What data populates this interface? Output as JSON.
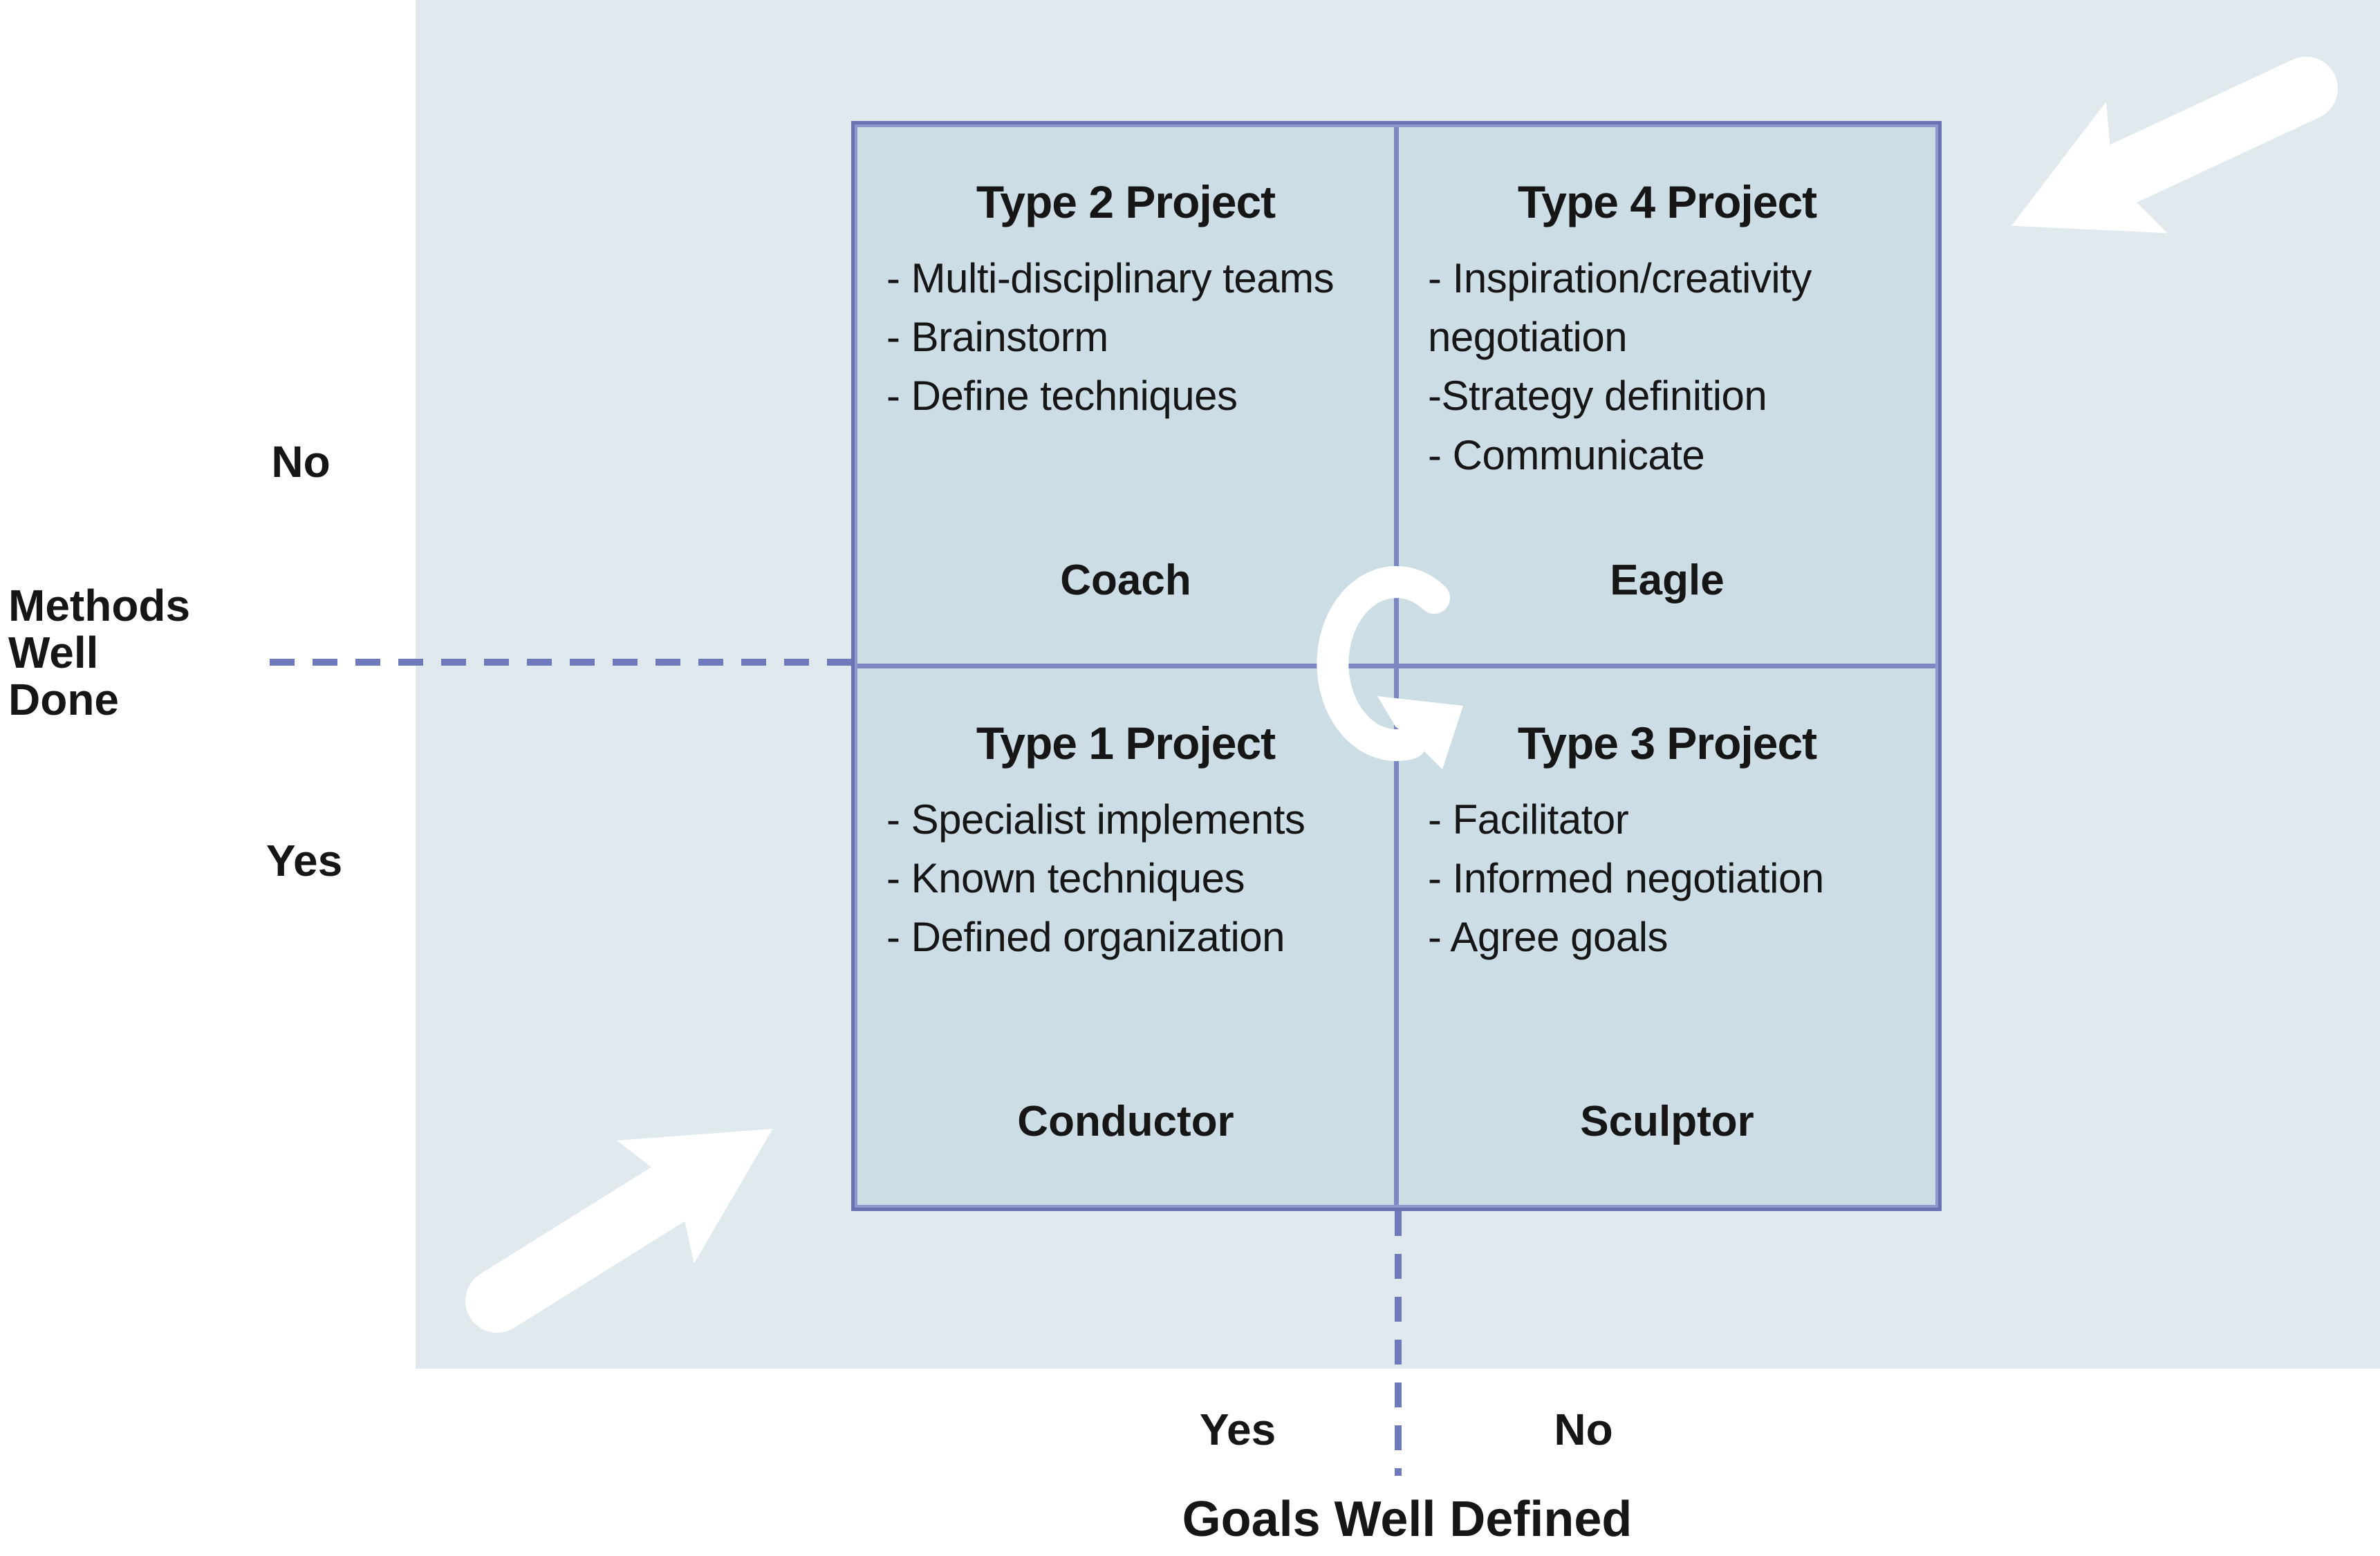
{
  "axes": {
    "y": {
      "name_lines": [
        "Methods",
        "Well",
        "Done"
      ],
      "top": "No",
      "bottom": "Yes"
    },
    "x": {
      "name": "Goals Well Defined",
      "left": "Yes",
      "right": "No"
    }
  },
  "quadrants": {
    "top_left": {
      "title": "Type 2 Project",
      "bullets": [
        "- Multi-disciplinary teams",
        "- Brainstorm",
        "- Define techniques"
      ],
      "role": "Coach"
    },
    "top_right": {
      "title": "Type 4 Project",
      "bullets": [
        "- Inspiration/creativity negotiation",
        "-Strategy definition",
        "- Communicate"
      ],
      "role": "Eagle"
    },
    "bottom_left": {
      "title": "Type 1 Project",
      "bullets": [
        "- Specialist implements",
        "- Known techniques",
        "- Defined organization"
      ],
      "role": "Conductor"
    },
    "bottom_right": {
      "title": "Type 3 Project",
      "bullets": [
        "- Facilitator",
        "- Informed negotiation",
        "- Agree goals"
      ],
      "role": "Sculptor"
    }
  },
  "icons": {
    "center": "rotate-ccw-arrow-icon",
    "top_right": "arrow-down-left-icon",
    "bottom_left": "arrow-up-right-icon"
  },
  "colors": {
    "panel_bg": "#dfe9ee",
    "cell_bg": "#ccdde5",
    "frame_outer": "#6973b4",
    "frame_inner": "#8d98cc",
    "divider": "#7b88c3",
    "dashed_line": "#6e7abc",
    "arrow": "#ffffff",
    "text": "#161616",
    "page_bg": "#ffffff"
  }
}
